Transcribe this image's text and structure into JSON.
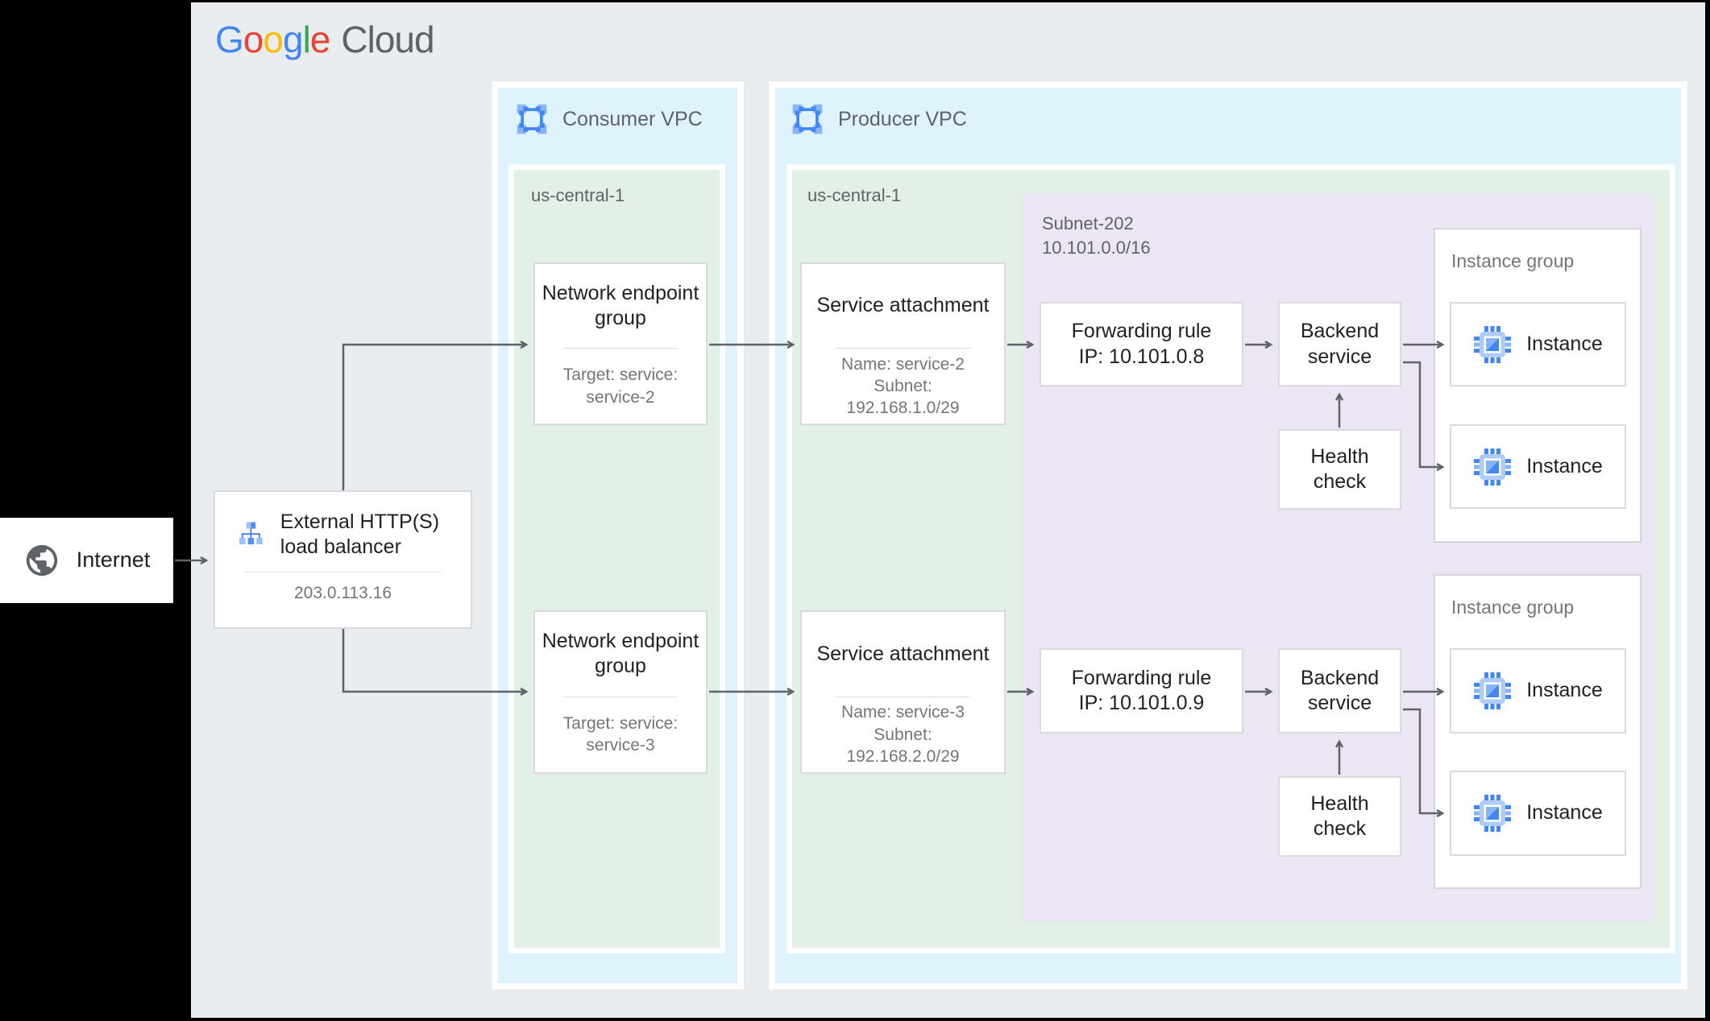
{
  "logo": {
    "google": [
      {
        "letter": "G",
        "color": "#4285F4"
      },
      {
        "letter": "o",
        "color": "#EA4335"
      },
      {
        "letter": "o",
        "color": "#FBBC05"
      },
      {
        "letter": "g",
        "color": "#4285F4"
      },
      {
        "letter": "l",
        "color": "#34A853"
      },
      {
        "letter": "e",
        "color": "#EA4335"
      }
    ],
    "cloud": "Cloud"
  },
  "internet": {
    "label": "Internet"
  },
  "load_balancer": {
    "title": "External HTTP(S) load balancer",
    "ip": "203.0.113.16"
  },
  "consumer_vpc": {
    "label": "Consumer VPC",
    "region": "us-central-1",
    "negs": [
      {
        "title": "Network endpoint group",
        "target": "Target: service: service-2"
      },
      {
        "title": "Network endpoint group",
        "target": "Target: service: service-3"
      }
    ]
  },
  "producer_vpc": {
    "label": "Producer VPC",
    "region": "us-central-1",
    "service_attachments": [
      {
        "title": "Service attachment",
        "name": "Name: service-2",
        "subnet_label": "Subnet:",
        "subnet_cidr": "192.168.1.0/29"
      },
      {
        "title": "Service attachment",
        "name": "Name: service-3",
        "subnet_label": "Subnet:",
        "subnet_cidr": "192.168.2.0/29"
      }
    ],
    "subnet": {
      "name": "Subnet-202",
      "cidr": "10.101.0.0/16",
      "rows": [
        {
          "forwarding_rule_title": "Forwarding rule",
          "forwarding_rule_ip": "IP: 10.101.0.8",
          "backend_service": "Backend service",
          "health_check": "Health check",
          "instance_group_label": "Instance group",
          "instances": [
            "Instance",
            "Instance"
          ]
        },
        {
          "forwarding_rule_title": "Forwarding rule",
          "forwarding_rule_ip": "IP: 10.101.0.9",
          "backend_service": "Backend service",
          "health_check": "Health check",
          "instance_group_label": "Instance group",
          "instances": [
            "Instance",
            "Instance"
          ]
        }
      ]
    }
  },
  "colors": {
    "page_bg": "#000000",
    "panel_bg": "#e9edf0",
    "vpc_fill": "#dff3fc",
    "region_fill": "#e3f0e6",
    "subnet_fill": "#ece5f4",
    "node_border": "#d8dade",
    "title_text": "#202124",
    "muted_text": "#757575",
    "label_text": "#5f6368",
    "wire": "#5f6368",
    "icon_blue": "#4285f4",
    "icon_blue_light": "#8ab4f8"
  }
}
